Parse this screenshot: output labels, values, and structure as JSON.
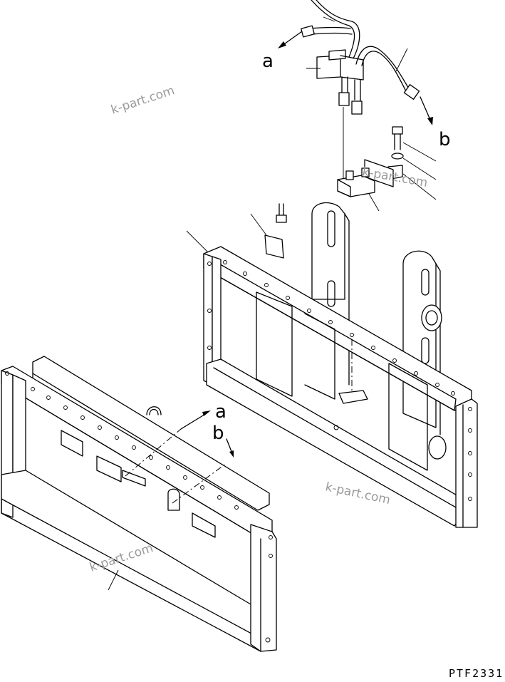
{
  "labels": {
    "arrow_a_upper": "a",
    "arrow_b_upper": "b",
    "arrow_a_lower": "a",
    "arrow_b_lower": "b"
  },
  "watermarks": [
    "k-part.com",
    "k-part.com",
    "k-part.com",
    "k-part.com"
  ],
  "drawing_code": "PTF2331"
}
